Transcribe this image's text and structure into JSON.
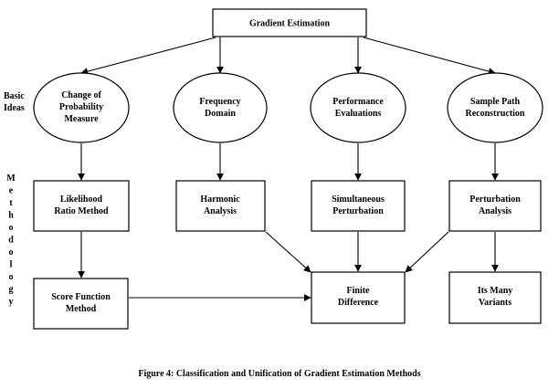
{
  "nodes": [
    {
      "id": "root",
      "lines": [
        "Gradient Estimation"
      ]
    },
    {
      "id": "idea1",
      "lines": [
        "Change of",
        "Probability",
        "Measure"
      ]
    },
    {
      "id": "idea2",
      "lines": [
        "Frequency",
        "Domain"
      ]
    },
    {
      "id": "idea3",
      "lines": [
        "Performance",
        "Evaluations"
      ]
    },
    {
      "id": "idea4",
      "lines": [
        "Sample Path",
        "Reconstruction"
      ]
    },
    {
      "id": "m1",
      "lines": [
        "Likelihood",
        "Ratio Method"
      ]
    },
    {
      "id": "m2",
      "lines": [
        "Harmonic",
        "Analysis"
      ]
    },
    {
      "id": "m3",
      "lines": [
        "Simultaneous",
        "Perturbation"
      ]
    },
    {
      "id": "m4",
      "lines": [
        "Perturbation",
        "Analysis"
      ]
    },
    {
      "id": "score",
      "lines": [
        "Score Function",
        "Method"
      ]
    },
    {
      "id": "finite",
      "lines": [
        "Finite",
        "Difference"
      ]
    },
    {
      "id": "variants",
      "lines": [
        "Its Many",
        "Variants"
      ]
    }
  ],
  "edges": [
    {
      "from": "root",
      "to": "idea1"
    },
    {
      "from": "root",
      "to": "idea2"
    },
    {
      "from": "root",
      "to": "idea3"
    },
    {
      "from": "root",
      "to": "idea4"
    },
    {
      "from": "idea1",
      "to": "m1"
    },
    {
      "from": "idea2",
      "to": "m2"
    },
    {
      "from": "idea3",
      "to": "m3"
    },
    {
      "from": "idea4",
      "to": "m4"
    },
    {
      "from": "m1",
      "to": "score"
    },
    {
      "from": "m2",
      "to": "finite"
    },
    {
      "from": "m3",
      "to": "finite"
    },
    {
      "from": "m4",
      "to": "finite"
    },
    {
      "from": "m4",
      "to": "variants"
    },
    {
      "from": "score",
      "to": "finite"
    }
  ],
  "labels": {
    "basic_ideas": [
      "Basic",
      "Ideas"
    ],
    "methodology_letters": [
      "M",
      "e",
      "t",
      "h",
      "o",
      "d",
      "o",
      "l",
      "o",
      "g",
      "y"
    ]
  },
  "caption": "Figure 4: Classification and Unification of Gradient Estimation Methods"
}
